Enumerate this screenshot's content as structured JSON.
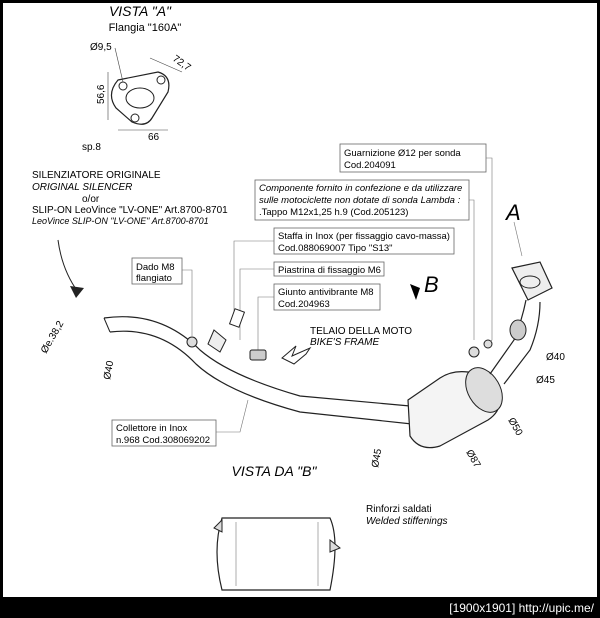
{
  "view_a": {
    "title": "VISTA \"A\"",
    "flange": "Flangia \"160A\"",
    "dims": [
      "Ø9,5",
      "72,7",
      "56,6",
      "66",
      "sp.8"
    ]
  },
  "original": {
    "line1": "SILENZIATORE ORIGINALE",
    "line2": "ORIGINAL SILENCER",
    "line3": "o/or",
    "line4": "SLIP-ON LeoVince \"LV-ONE\" Art.8700-8701",
    "line5": "LeoVince SLIP-ON \"LV-ONE\" Art.8700-8701"
  },
  "labels": {
    "gasket": [
      "Guarnizione Ø12 per sonda",
      "Cod.204091"
    ],
    "component": [
      "Componente fornito in confezione e da utilizzare",
      "sulle motociclette non dotate di sonda Lambda :",
      ".Tappo M12x1,25 h.9 (Cod.205123)"
    ],
    "bracket": [
      "Staffa in Inox (per fissaggio cavo-massa)",
      "Cod.088069007  Tipo \"S13\""
    ],
    "nut": [
      "Dado M8",
      "flangiato"
    ],
    "plate": "Piastrina di fissaggio M6",
    "rubber": [
      "Giunto antivibrante M8",
      "Cod.204963"
    ],
    "frame": [
      "TELAIO DELLA MOTO",
      "BIKE'S FRAME"
    ],
    "collector": [
      "Collettore in Inox",
      "n.968  Cod.308069202"
    ],
    "letter_a": "A",
    "letter_b": "B"
  },
  "dims_main": [
    "Øe.38,2",
    "Ø40",
    "Ø45",
    "Ø50",
    "Ø87",
    "Ø40",
    "Ø45"
  ],
  "view_b": {
    "title": "VISTA DA \"B\"",
    "label": [
      "Rinforzi saldati",
      "Welded stiffenings"
    ]
  },
  "footer": "[1900x1901] http://upic.me/"
}
